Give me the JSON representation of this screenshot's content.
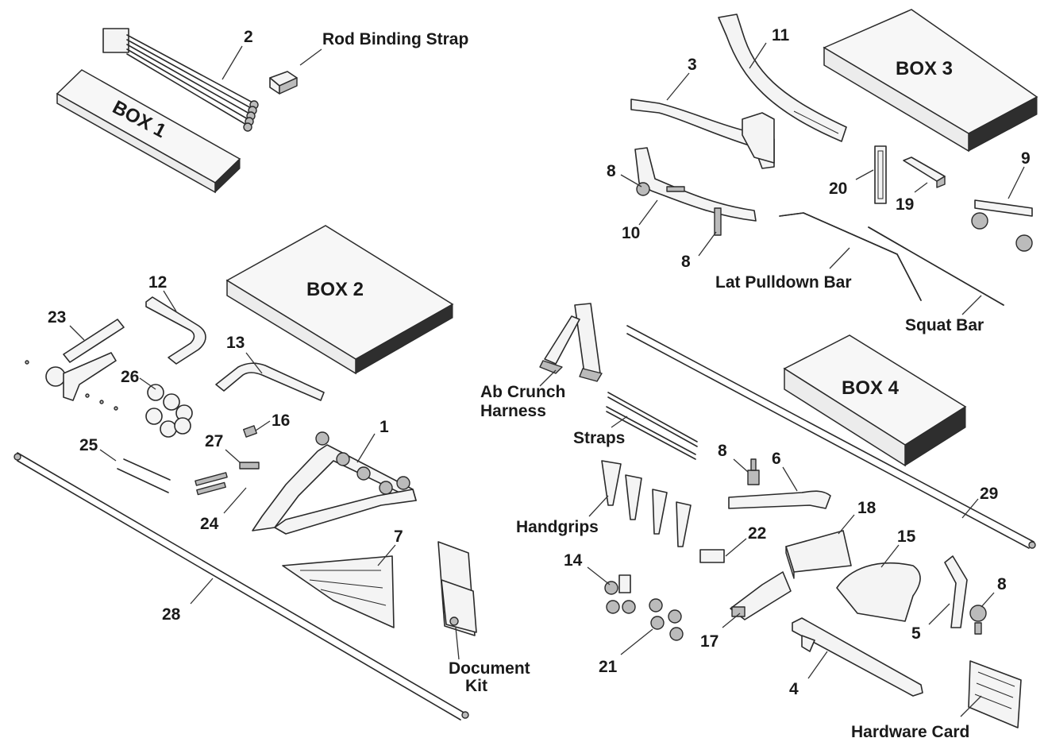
{
  "boxes": {
    "box1": "BOX 1",
    "box2": "BOX 2",
    "box3": "BOX 3",
    "box4": "BOX 4"
  },
  "part_numbers": {
    "p1": "1",
    "p2": "2",
    "p3": "3",
    "p4": "4",
    "p5": "5",
    "p6": "6",
    "p7": "7",
    "p8a": "8",
    "p8b": "8",
    "p8c": "8",
    "p8d": "8",
    "p9": "9",
    "p10": "10",
    "p11": "11",
    "p12": "12",
    "p13": "13",
    "p14": "14",
    "p15": "15",
    "p16": "16",
    "p17": "17",
    "p18": "18",
    "p19": "19",
    "p20": "20",
    "p21": "21",
    "p22": "22",
    "p23": "23",
    "p24": "24",
    "p25": "25",
    "p26": "26",
    "p27": "27",
    "p28": "28",
    "p29": "29"
  },
  "part_names": {
    "rod_binding_strap": "Rod Binding Strap",
    "lat_pulldown_bar": "Lat Pulldown Bar",
    "squat_bar": "Squat Bar",
    "ab_crunch_line1": "Ab Crunch",
    "ab_crunch_line2": "Harness",
    "straps": "Straps",
    "handgrips": "Handgrips",
    "document_line1": "Document",
    "document_line2": "Kit",
    "hardware_card": "Hardware Card"
  }
}
